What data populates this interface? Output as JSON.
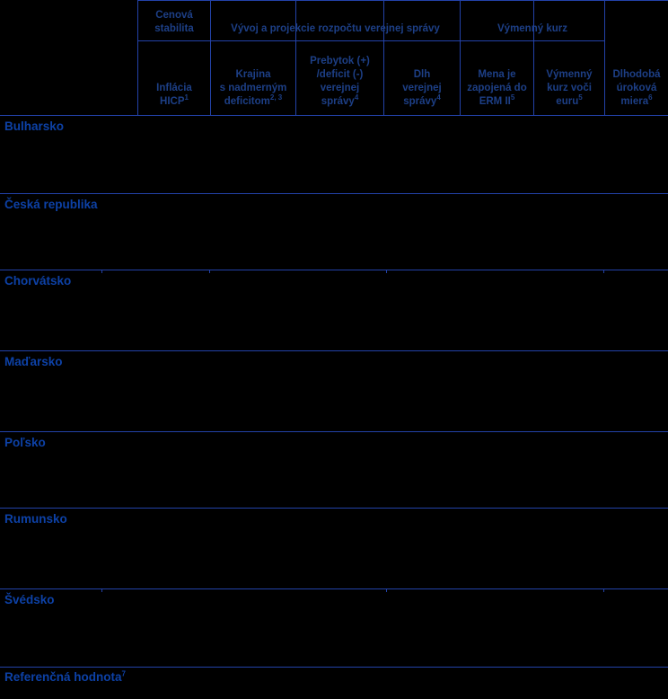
{
  "header": {
    "groups": [
      {
        "label": "Cenová\nstabilita"
      },
      {
        "label": "Vývoj a projekcie rozpočtu verejnej správy"
      },
      {
        "label": "Výmenný kurz"
      }
    ],
    "columns": [
      {
        "text": "Inflácia\nHICP",
        "sup": "1"
      },
      {
        "text": "Krajina\ns nadmerným\ndeficitom",
        "sup": "2, 3"
      },
      {
        "text": "Prebytok (+)\n/deficit (-)\nverejnej\nsprávy",
        "sup": "4"
      },
      {
        "text": "Dlh\nverejnej\nsprávy",
        "sup": "4"
      },
      {
        "text": "Mena je\nzapojená do\nERM II",
        "sup": "5"
      },
      {
        "text": "Výmenný\nkurz voči\neuru",
        "sup": "5"
      },
      {
        "text": "Dlhodobá\núroková\nmiera",
        "sup": "6"
      }
    ]
  },
  "rows": [
    {
      "label": "Bulharsko"
    },
    {
      "label": "Česká republika"
    },
    {
      "label": "Chorvátsko"
    },
    {
      "label": "Maďarsko"
    },
    {
      "label": "Poľsko"
    },
    {
      "label": "Rumunsko"
    },
    {
      "label": "Švédsko"
    },
    {
      "label": "Referenčná hodnota",
      "sup": "7"
    }
  ],
  "colors": {
    "background": "#000000",
    "grid_line": "#2342a8",
    "header_text": "#1d3f86",
    "row_label_text": "#0d41a6"
  }
}
